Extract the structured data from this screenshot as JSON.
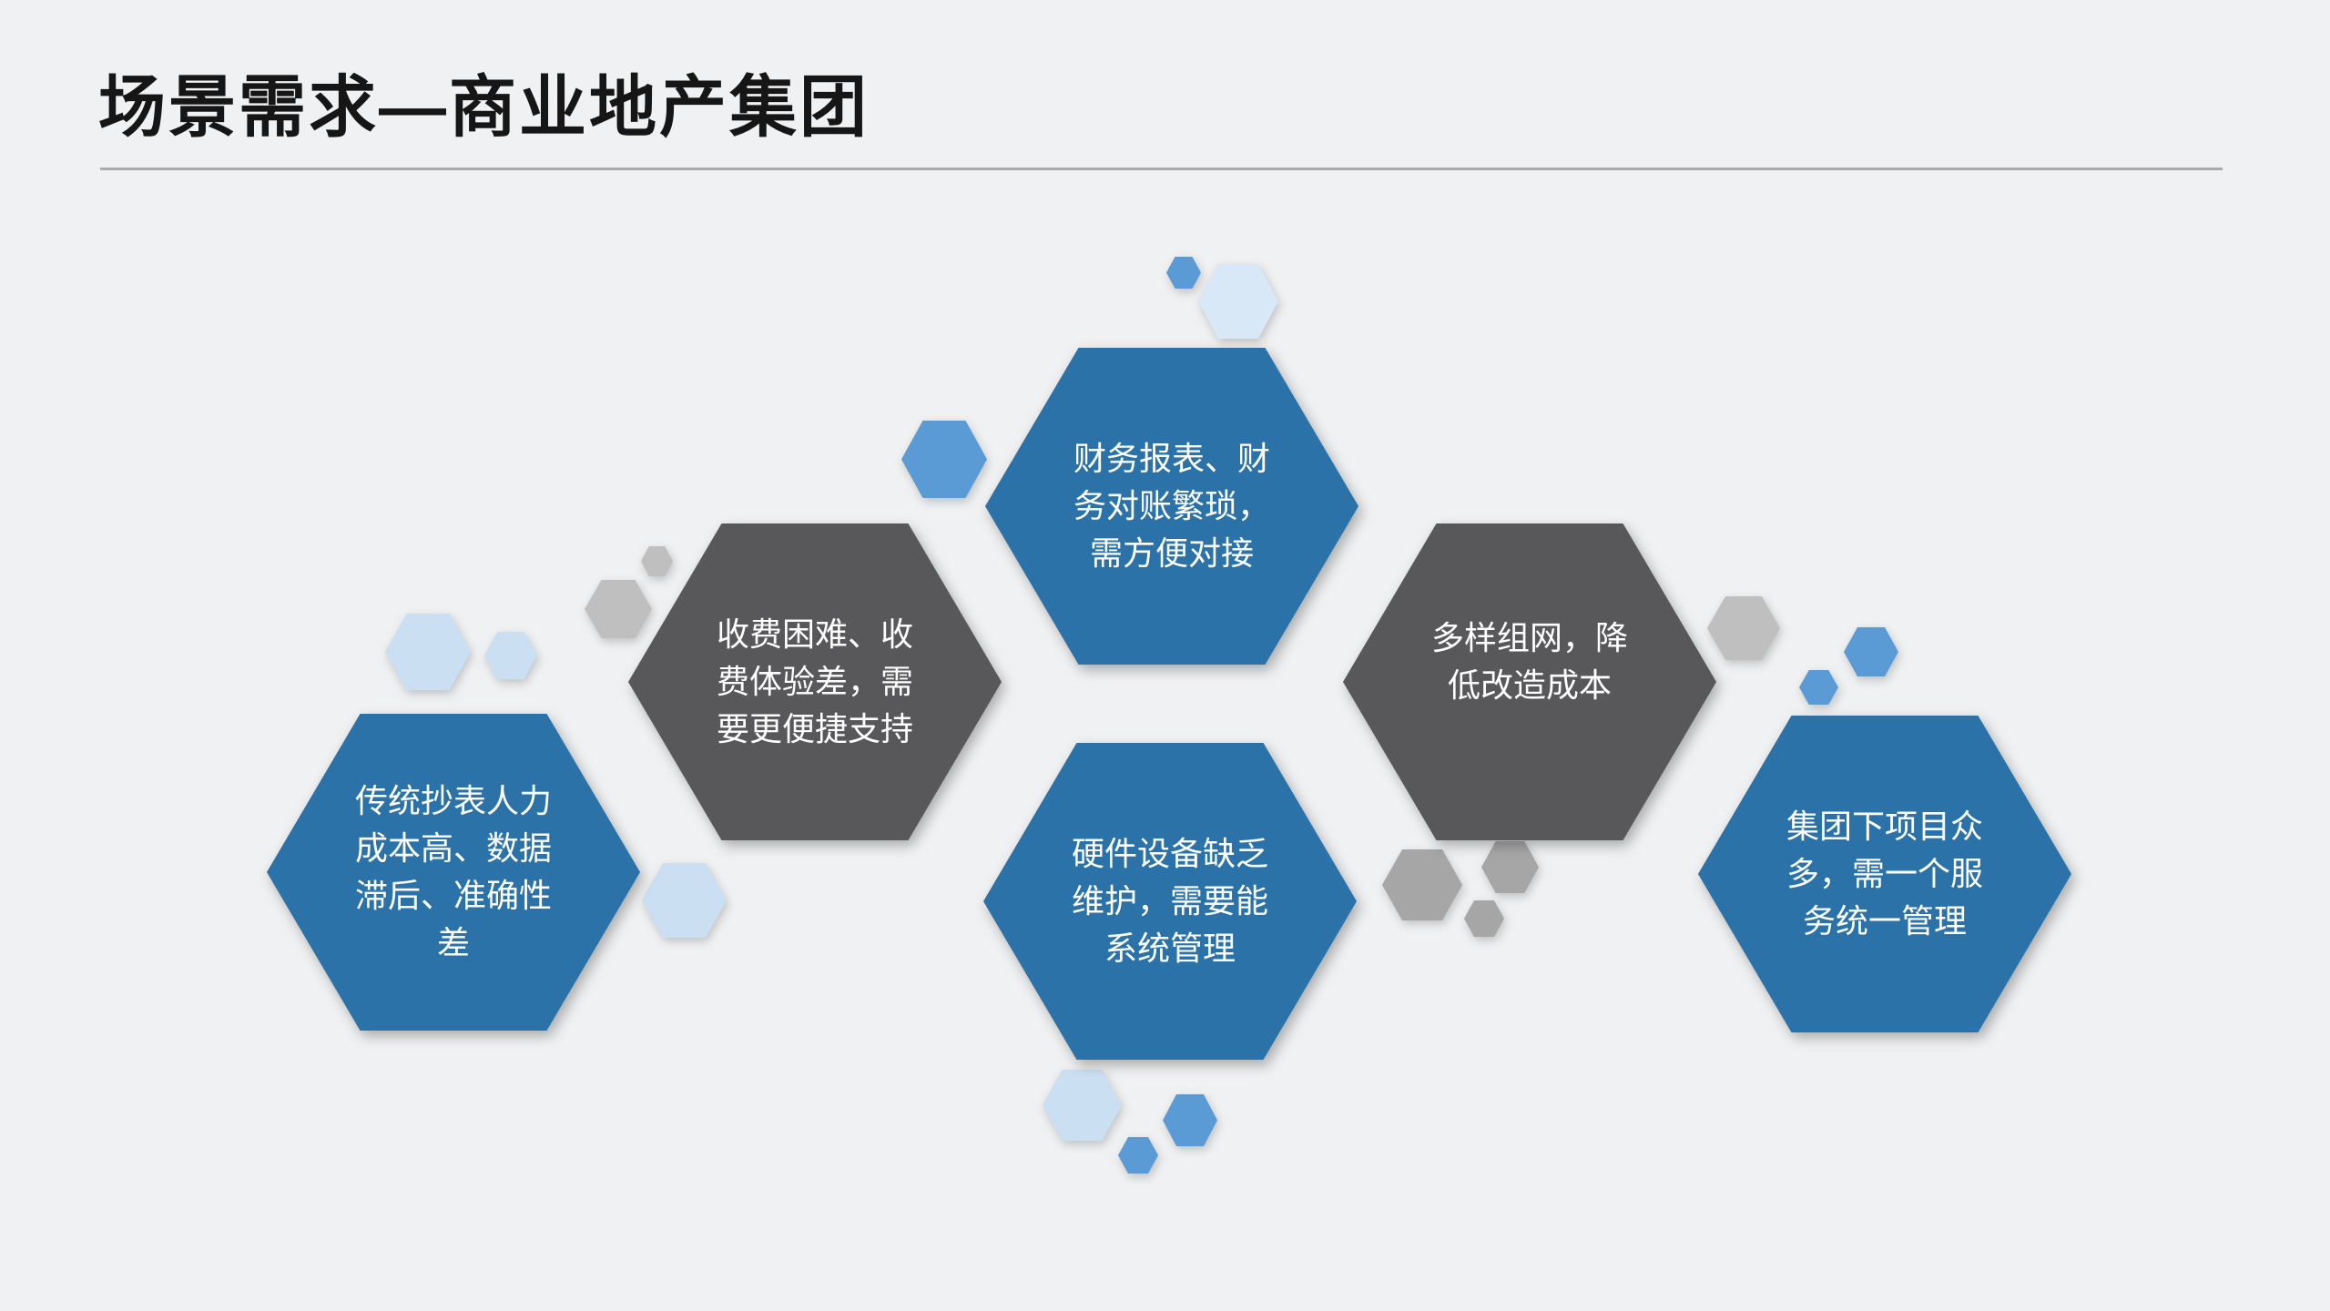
{
  "title": "场景需求—商业地产集团",
  "hexagons": [
    {
      "id": "meter-reading-cost",
      "variant": "blue",
      "text": "传统抄表人力成本高、数据滞后、准确性差"
    },
    {
      "id": "fee-collection",
      "variant": "gray",
      "text": "收费困难、收费体验差，需要更便捷支持"
    },
    {
      "id": "finance-reconciliation",
      "variant": "blue",
      "text": "财务报表、财务对账繁琐，需方便对接"
    },
    {
      "id": "hardware-maintenance",
      "variant": "blue",
      "text": "硬件设备缺乏维护，需要能系统管理"
    },
    {
      "id": "networking-cost",
      "variant": "gray",
      "text": "多样组网，降低改造成本"
    },
    {
      "id": "unified-management",
      "variant": "blue",
      "text": "集团下项目众多，需一个服务统一管理"
    }
  ],
  "colors": {
    "background": "#f0f1f2",
    "primary_blue": "#2b72a9",
    "dark_gray": "#58585a",
    "accent_blue": "#5b9bd5",
    "light_blue": "#cbdff3",
    "pale_blue": "#d9e8f7",
    "light_gray": "#bfbfbf",
    "mid_gray": "#a6a6a6",
    "title_text": "#161616",
    "divider": "#ababab",
    "hex_text": "#ffffff"
  }
}
